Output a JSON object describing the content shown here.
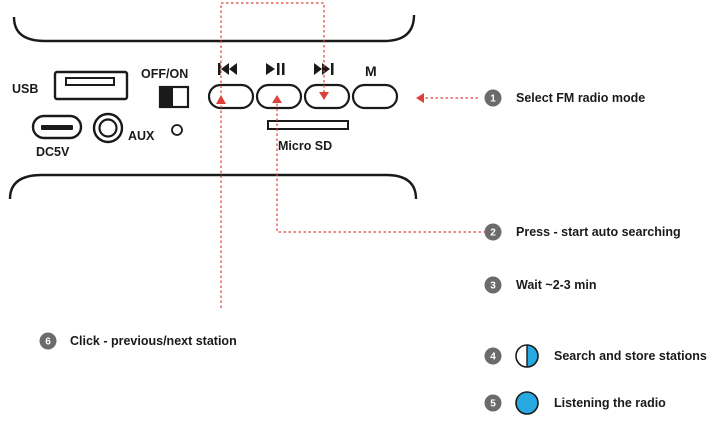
{
  "device": {
    "usb_label": "USB",
    "dc_label": "DC5V",
    "aux_label": "AUX",
    "switch_label": "OFF/ON",
    "micro_sd_label": "Micro SD",
    "buttons": [
      {
        "icon": "previous-track-icon"
      },
      {
        "icon": "play-pause-icon"
      },
      {
        "icon": "next-track-icon"
      },
      {
        "label": "M"
      }
    ]
  },
  "steps": [
    {
      "num": "1",
      "text": "Select FM radio mode"
    },
    {
      "num": "2",
      "text": "Press - start auto searching"
    },
    {
      "num": "3",
      "text": "Wait ~2-3 min"
    },
    {
      "num": "4",
      "text": "Search and store stations",
      "indicator": "half-filled-circle-icon"
    },
    {
      "num": "5",
      "text": "Listening the radio",
      "indicator": "filled-circle-icon"
    },
    {
      "num": "6",
      "text": "Click - previous/next station"
    }
  ],
  "colors": {
    "accent_red": "#e0403a",
    "indicator_blue": "#29a9e1",
    "badge_gray": "#6b6b6b",
    "ink": "#1a1a1a"
  }
}
